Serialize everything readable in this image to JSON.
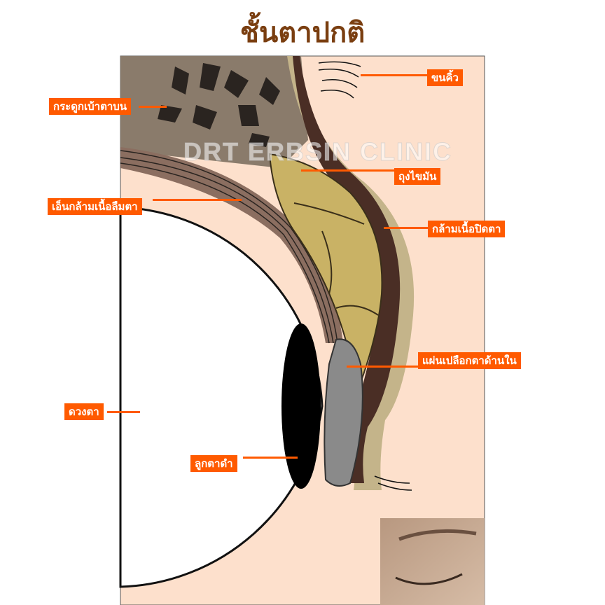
{
  "title": "ชั้นตาปกติ",
  "watermark": "DRT ERBSIN CLINIC",
  "labels": {
    "eyebrow": "ขนคิ้ว",
    "orbital_bone": "กระดูกเบ้าตาบน",
    "fat_pad": "ถุงไขมัน",
    "levator_tendon": "เอ็นกล้ามเนื้อลืมตา",
    "orbicularis": "กล้ามเนื้อปิดตา",
    "tarsal_plate": "แผ่นเปลือกตาด้านใน",
    "eyeball": "ดวงตา",
    "iris": "ลูกตาดำ"
  },
  "colors": {
    "accent": "#ff5a00",
    "title": "#7a3e10",
    "skin": "#fde0cc"
  }
}
